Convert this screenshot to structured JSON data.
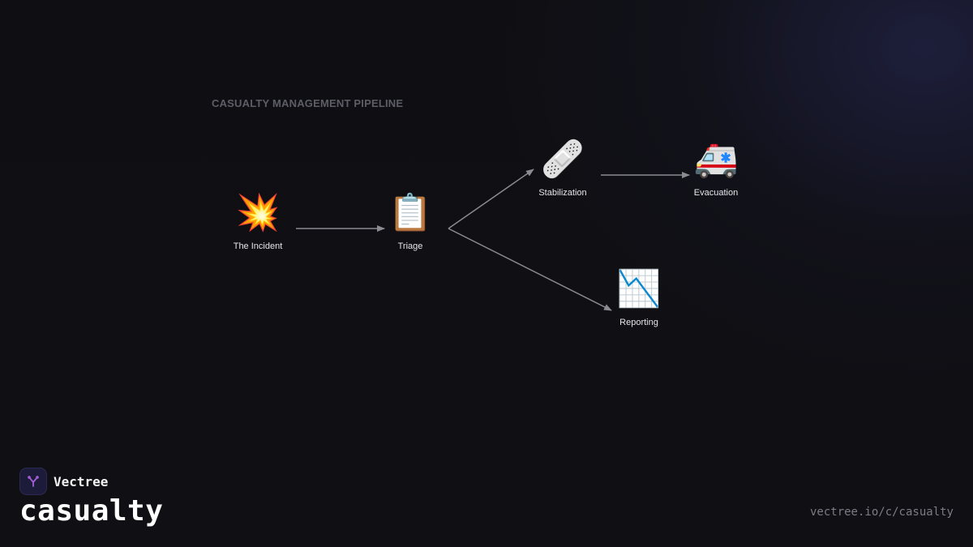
{
  "diagram": {
    "title": "CASUALTY MANAGEMENT PIPELINE",
    "nodes": [
      {
        "id": "incident",
        "label": "The Incident",
        "icon": "collision-icon",
        "glyph": "💥"
      },
      {
        "id": "triage",
        "label": "Triage",
        "icon": "clipboard-icon",
        "glyph": "📋"
      },
      {
        "id": "stabilization",
        "label": "Stabilization",
        "icon": "adhesive-bandage-icon",
        "glyph": "🩹"
      },
      {
        "id": "evacuation",
        "label": "Evacuation",
        "icon": "ambulance-icon",
        "glyph": "🚑"
      },
      {
        "id": "reporting",
        "label": "Reporting",
        "icon": "chart-decreasing-icon",
        "glyph": "📉"
      }
    ],
    "edges": [
      {
        "from": "incident",
        "to": "triage"
      },
      {
        "from": "triage",
        "to": "stabilization"
      },
      {
        "from": "triage",
        "to": "reporting"
      },
      {
        "from": "stabilization",
        "to": "evacuation"
      }
    ],
    "edge_color": "#8a8a90"
  },
  "brand": {
    "name": "Vectree",
    "project": "casualty",
    "url": "vectree.io/c/casualty",
    "accent": "#a35fd8"
  }
}
